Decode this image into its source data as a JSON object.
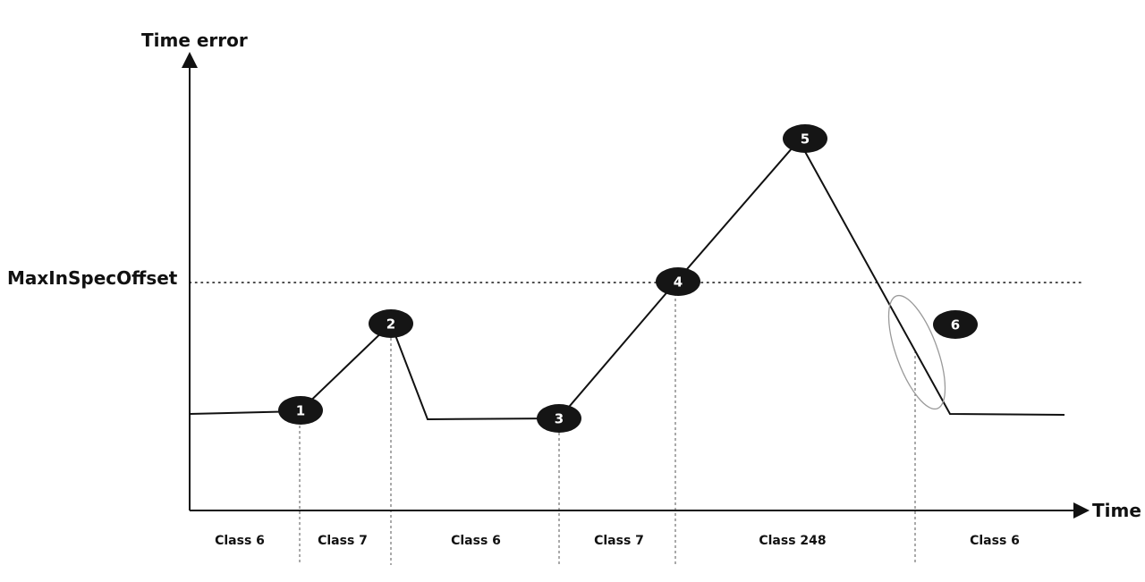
{
  "y_axis_label": "Time error",
  "x_axis_label": "Time",
  "threshold_label": "MaxInSpecOffset",
  "markers": [
    "1",
    "2",
    "3",
    "4",
    "5",
    "6"
  ],
  "class_labels": [
    "Class 6",
    "Class 7",
    "Class 6",
    "Class 7",
    "Class 248",
    "Class 6"
  ],
  "colors": {
    "ink": "#111111",
    "marker_fill": "#151515",
    "highlight_ellipse": "#9a9a9a",
    "guide_line": "#555555"
  }
}
